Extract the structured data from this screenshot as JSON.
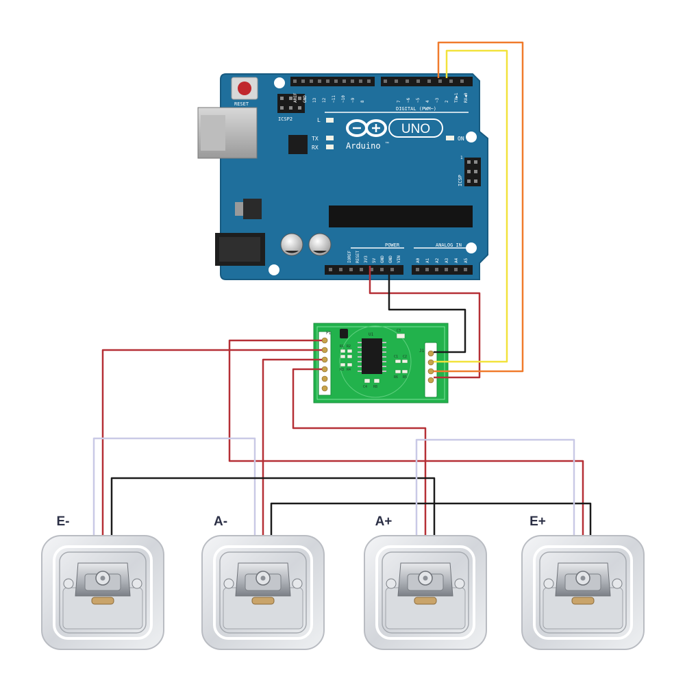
{
  "arduino": {
    "reset_label": "RESET",
    "icsp2_label": "ICSP2",
    "icsp_label": "ICSP",
    "icsp_pin1": "1",
    "logo_text": "UNO",
    "brand_text": "Arduino",
    "brand_tm": "™",
    "led_l": "L",
    "led_tx": "TX",
    "led_rx": "RX",
    "led_on": "ON",
    "digital_label": "DIGITAL (PWM~)",
    "power_label": "POWER",
    "analog_label": "ANALOG IN",
    "header_top_labels": [
      "AREF",
      "GND",
      "13",
      "12",
      "~11",
      "~10",
      "~9",
      "8",
      "7",
      "~6",
      "~5",
      "4",
      "~3",
      "2",
      "TX▶1",
      "RX◀0"
    ],
    "power_pins": [
      "IOREF",
      "RESET",
      "3V3",
      "5V",
      "GND",
      "GND",
      "VIN"
    ],
    "analog_pins": [
      "A0",
      "A1",
      "A2",
      "A3",
      "A4",
      "A5"
    ]
  },
  "hx711": {
    "chip_label": "U1",
    "left_header": "P1",
    "right_header": "J1",
    "components": [
      "C3",
      "R1",
      "R2",
      "R3",
      "R4",
      "C1",
      "C2",
      "R6",
      "R5",
      "C4",
      "R8"
    ]
  },
  "load_cells": [
    {
      "label": "E-"
    },
    {
      "label": "A-"
    },
    {
      "label": "A+"
    },
    {
      "label": "E+"
    }
  ],
  "colors": {
    "board_blue": "#1f6f9c",
    "hx711_green": "#22b24c",
    "wire_red": "#b52f35",
    "wire_black": "#1a1a1a",
    "wire_white": "#c9c9e6",
    "wire_orange": "#f07a2b",
    "wire_yellow": "#f2e23a"
  }
}
